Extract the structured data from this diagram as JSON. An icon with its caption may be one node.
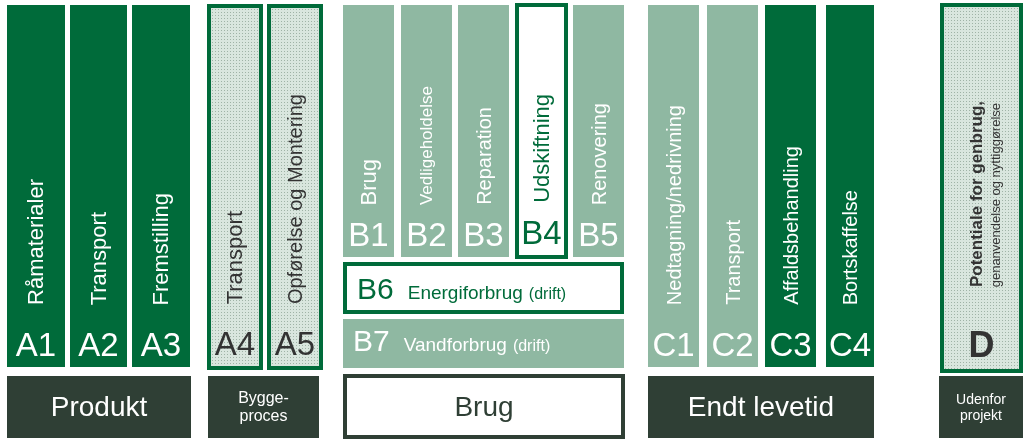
{
  "diagram": {
    "nodes": [
      {
        "text": [
          "Råmaterialer",
          "A1"
        ]
      },
      {
        "text": [
          "Transport",
          "A2"
        ]
      },
      {
        "text": [
          "Fremstilling",
          "A3"
        ]
      },
      {
        "text": [
          "Transport",
          "A4"
        ]
      },
      {
        "text": [
          "Opførelse og Montering",
          "A5"
        ]
      },
      {
        "text": [
          "Brug",
          "B1"
        ]
      },
      {
        "text": [
          "Vedligeholdelse",
          "B2"
        ]
      },
      {
        "text": [
          "Reparation",
          "B3"
        ]
      },
      {
        "text": [
          "Udskiftning",
          "B4"
        ]
      },
      {
        "text": [
          "Renovering",
          "B5"
        ]
      },
      {
        "text": [
          "B6",
          "Energiforbrug",
          "(drift)"
        ]
      },
      {
        "text": [
          "B7",
          "Vandforbrug",
          "(drift)"
        ]
      },
      {
        "text": [
          "Nedtagning/nedrivning",
          "C1"
        ]
      },
      {
        "text": [
          "Transport",
          "C2"
        ]
      },
      {
        "text": [
          "Affaldsbehandling",
          "C3"
        ]
      },
      {
        "text": [
          "Bortskaffelse",
          "C4"
        ]
      },
      {
        "text": [
          "Potentiale for genbrug,",
          "genanvendelse og nyttiggørelse",
          "D"
        ]
      },
      {
        "text": [
          "Produkt"
        ]
      },
      {
        "text": [
          "Bygge- proces"
        ]
      },
      {
        "text": [
          "Brug"
        ]
      },
      {
        "text": [
          "Endt levetid"
        ]
      },
      {
        "text": [
          "Udenfor projekt"
        ]
      }
    ]
  }
}
